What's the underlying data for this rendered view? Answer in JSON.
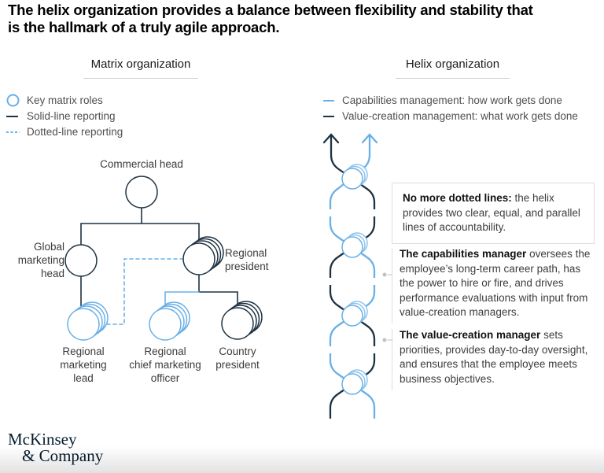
{
  "title": {
    "line1": "The helix organization provides a balance between flexibility and stability that",
    "line2": "is the hallmark of a truly agile approach."
  },
  "colors": {
    "accent_blue": "#69B0E7",
    "dark_navy": "#1E3242",
    "legend_text": "#4f4f4f",
    "label_text": "#3b3b3b",
    "box_border": "#dddddd",
    "logo_navy": "#051C2C"
  },
  "matrix": {
    "header": "Matrix organization",
    "legend": [
      {
        "icon": "key-matrix-roles-circle-icon",
        "label": "Key matrix roles"
      },
      {
        "icon": "solid-line-icon",
        "label": "Solid-line reporting"
      },
      {
        "icon": "dotted-line-icon",
        "label": "Dotted-line reporting"
      }
    ],
    "nodes": {
      "commercial_head": {
        "lines": [
          "Commercial head"
        ]
      },
      "global_marketing_head": {
        "lines": [
          "Global",
          "marketing",
          "head"
        ]
      },
      "regional_president": {
        "lines": [
          "Regional",
          "president"
        ]
      },
      "regional_marketing_lead": {
        "lines": [
          "Regional",
          "marketing",
          "lead"
        ]
      },
      "regional_cmo": {
        "lines": [
          "Regional",
          "chief marketing",
          "officer"
        ]
      },
      "country_president": {
        "lines": [
          "Country",
          "president"
        ]
      }
    }
  },
  "helix": {
    "header": "Helix organization",
    "legend": [
      {
        "icon": "capabilities-line-icon",
        "label": "Capabilities management: how work gets done"
      },
      {
        "icon": "value-creation-line-icon",
        "label": "Value-creation management: what work gets done"
      }
    ],
    "annotations": [
      {
        "bold": "No more dotted lines:",
        "rest": " the helix provides two clear, equal, and parallel lines of accountability."
      },
      {
        "bold": "The capabilities manager",
        "rest": " oversees the employee’s long-term career path, has the power to hire or fire, and drives performance evaluations with input from value-creation managers."
      },
      {
        "bold": "The value-creation manager",
        "rest": " sets priorities, provides day-to-day oversight, and ensures that the employee meets business objectives."
      }
    ]
  },
  "logo": {
    "line1": "McKinsey",
    "line2": "& Company"
  }
}
